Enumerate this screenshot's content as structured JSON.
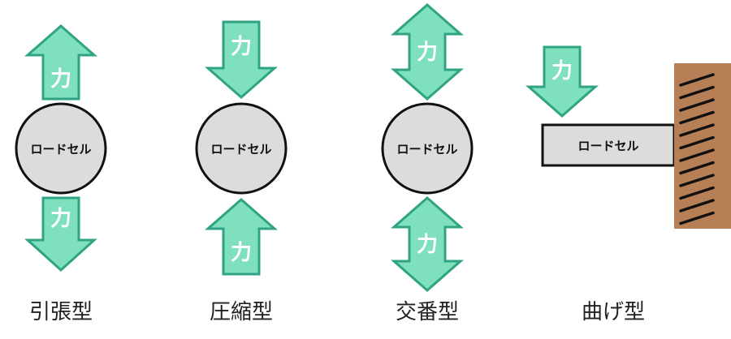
{
  "colors": {
    "arrow_fill": "#7ee0bd",
    "arrow_stroke": "#2fa383",
    "loadcell_fill": "#dcdcdc",
    "loadcell_stroke": "#111111",
    "wall_fill": "#b77f55",
    "hatch": "#111111"
  },
  "force_label": "力",
  "loadcell_label": "ロードセル",
  "types": [
    {
      "caption": "引張型",
      "direction": "tension"
    },
    {
      "caption": "圧縮型",
      "direction": "compression"
    },
    {
      "caption": "交番型",
      "direction": "alternating"
    },
    {
      "caption": "曲げ型",
      "direction": "bending"
    }
  ]
}
